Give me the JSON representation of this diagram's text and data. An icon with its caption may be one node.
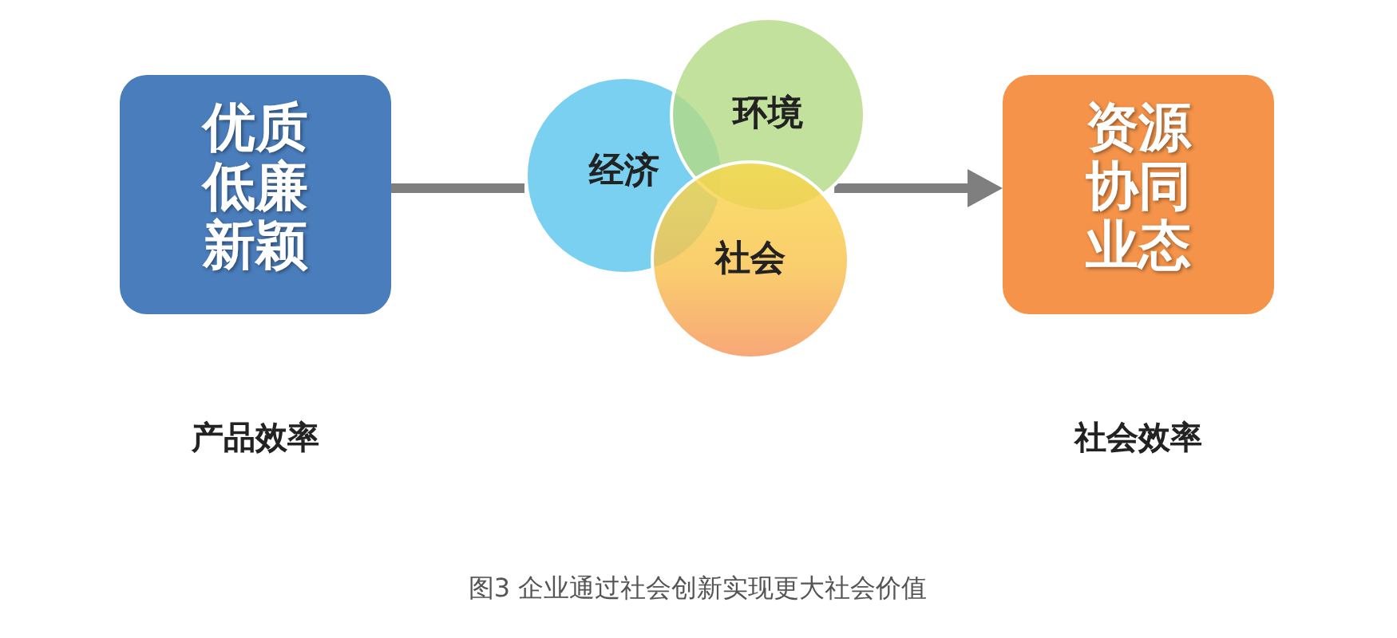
{
  "diagram": {
    "caption": "图3 企业通过社会创新实现更大社会价值",
    "nodes": [
      {
        "text": [
          "优质低廉新颖"
        ],
        "beside": [
          "产品效率"
        ]
      },
      {
        "text": [
          "经济"
        ]
      },
      {
        "text": [
          "环境"
        ]
      },
      {
        "text": [
          "社会"
        ]
      },
      {
        "text": [
          "资源协同业态"
        ],
        "beside": [
          "社会效率"
        ]
      }
    ],
    "edges": [
      {
        "from": 0,
        "to": 1,
        "arrow": "none"
      },
      {
        "from": 2,
        "to": 4,
        "arrow": "to"
      }
    ]
  }
}
